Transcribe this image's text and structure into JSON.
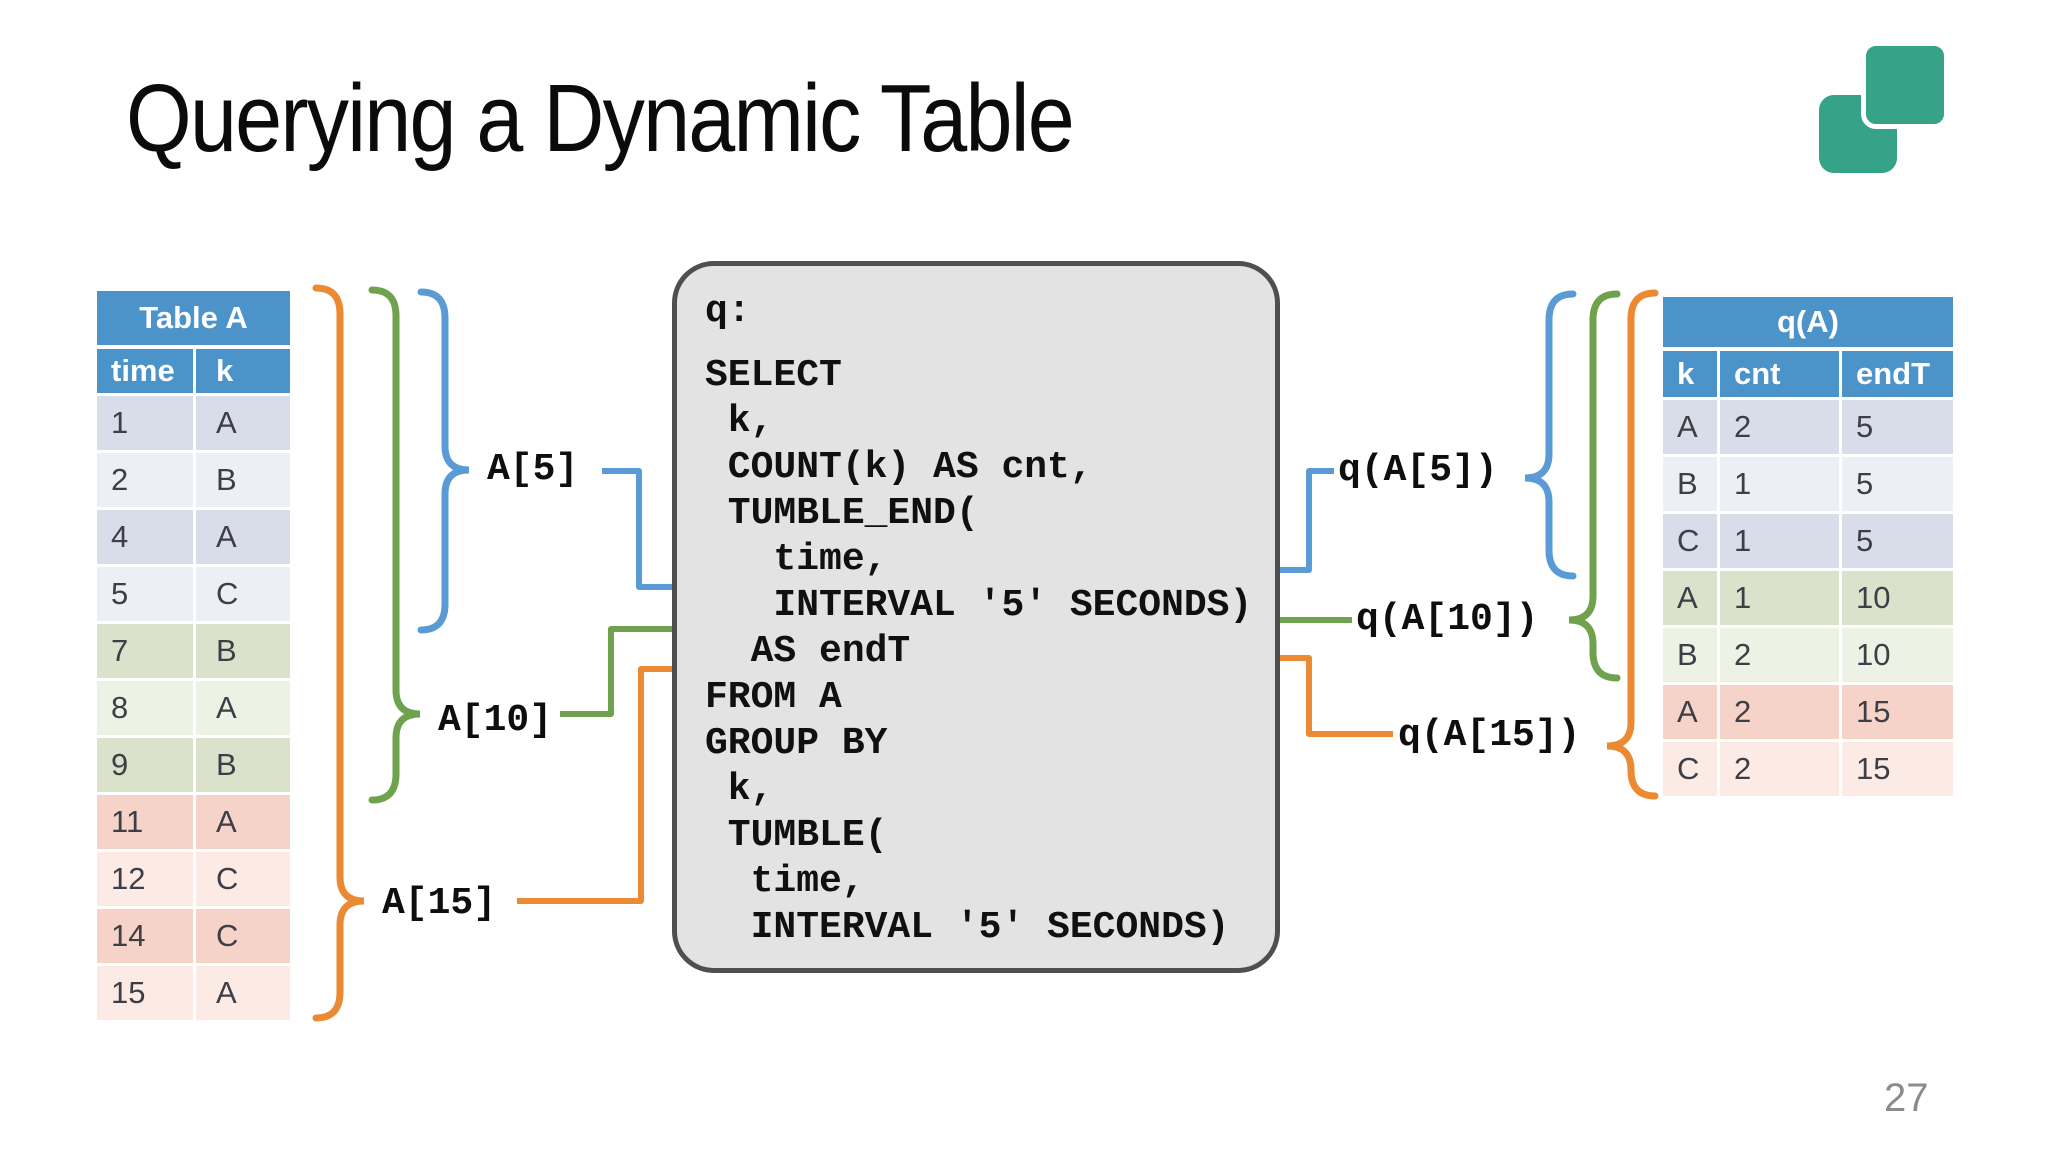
{
  "slide": {
    "title": "Querying a Dynamic Table",
    "page_number": "27"
  },
  "logo": {
    "icon": "two-overlapping-rounded-squares",
    "color": "#36a287"
  },
  "table_a": {
    "title": "Table A",
    "columns": {
      "time": "time",
      "k": "k"
    },
    "rows": [
      {
        "time": "1",
        "k": "A"
      },
      {
        "time": "2",
        "k": "B"
      },
      {
        "time": "4",
        "k": "A"
      },
      {
        "time": "5",
        "k": "C"
      },
      {
        "time": "7",
        "k": "B"
      },
      {
        "time": "8",
        "k": "A"
      },
      {
        "time": "9",
        "k": "B"
      },
      {
        "time": "11",
        "k": "A"
      },
      {
        "time": "12",
        "k": "C"
      },
      {
        "time": "14",
        "k": "C"
      },
      {
        "time": "15",
        "k": "A"
      }
    ]
  },
  "query_box": {
    "name": "q:",
    "lines": [
      "SELECT",
      " k,",
      " COUNT(k) AS cnt,",
      " TUMBLE_END(",
      "   time,",
      "   INTERVAL '5' SECONDS)",
      "  AS endT",
      "FROM A",
      "GROUP BY",
      " k,",
      " TUMBLE(",
      "  time,",
      "  INTERVAL '5' SECONDS)"
    ]
  },
  "result_table": {
    "title": "q(A)",
    "columns": {
      "k": "k",
      "cnt": "cnt",
      "endT": "endT"
    },
    "rows": [
      {
        "k": "A",
        "cnt": "2",
        "endT": "5"
      },
      {
        "k": "B",
        "cnt": "1",
        "endT": "5"
      },
      {
        "k": "C",
        "cnt": "1",
        "endT": "5"
      },
      {
        "k": "A",
        "cnt": "1",
        "endT": "10"
      },
      {
        "k": "B",
        "cnt": "2",
        "endT": "10"
      },
      {
        "k": "A",
        "cnt": "2",
        "endT": "15"
      },
      {
        "k": "C",
        "cnt": "2",
        "endT": "15"
      }
    ]
  },
  "annotations": {
    "left": [
      {
        "label": "A[5]"
      },
      {
        "label": "A[10]"
      },
      {
        "label": "A[15]"
      }
    ],
    "right": [
      {
        "label": "q(A[5])"
      },
      {
        "label": "q(A[10])"
      },
      {
        "label": "q(A[15])"
      }
    ]
  },
  "colors": {
    "header_blue": "#4b93c9",
    "window_5_blue": "#5b9bd5",
    "window_10_green": "#6ea24c",
    "window_15_orange": "#ec8a33",
    "group_blue_dark": "#d9dde9",
    "group_blue_light": "#edeff6",
    "group_green_dark": "#dbe2cc",
    "group_green_light": "#eef2e4",
    "group_pink_dark": "#f5d3c9",
    "group_pink_light": "#fcebe5",
    "code_box_bg": "#e3e3e3",
    "code_box_border": "#4f4f4f",
    "logo_teal": "#36a287"
  }
}
